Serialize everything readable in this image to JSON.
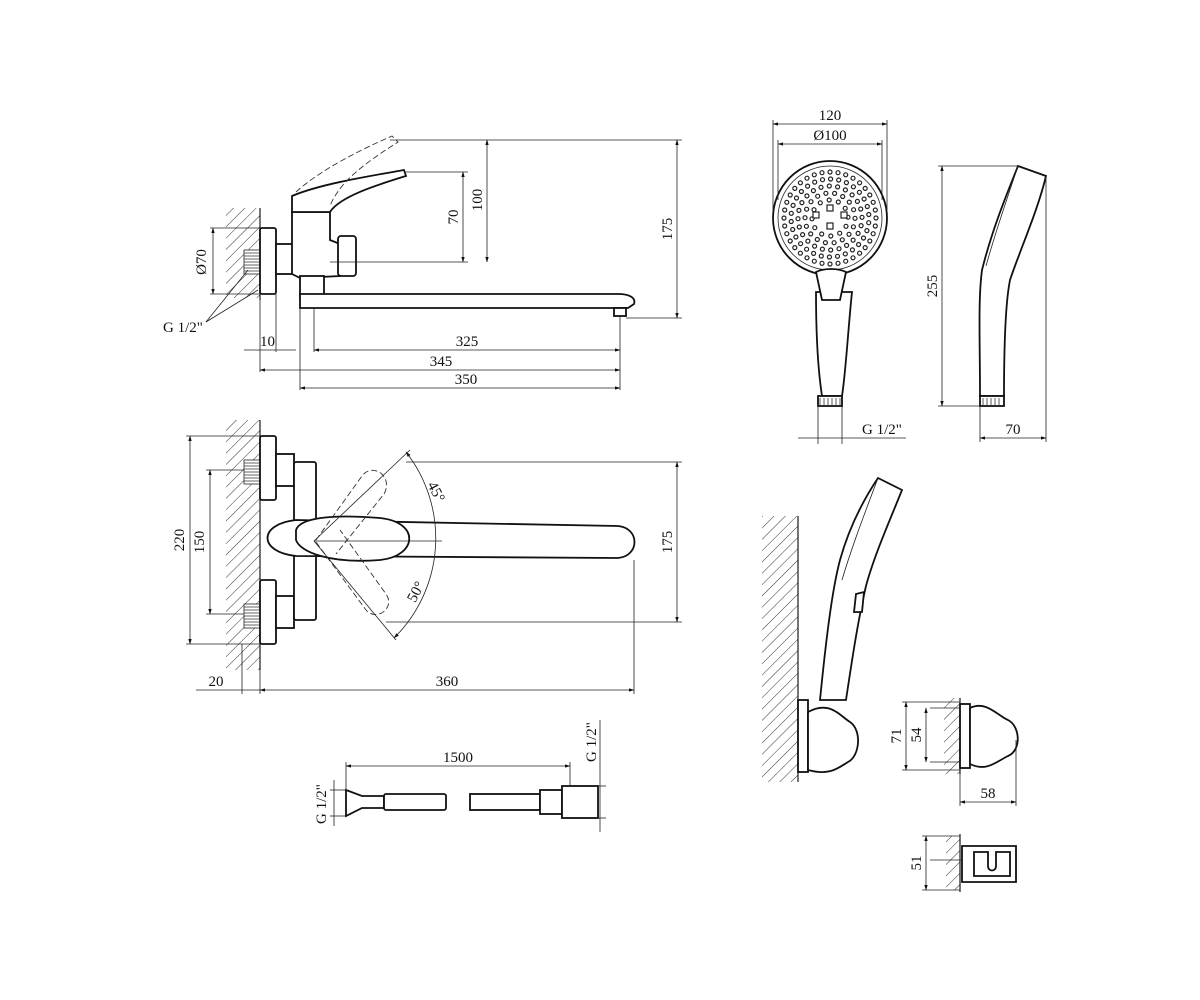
{
  "side_view": {
    "d_70": "Ø70",
    "g_half": "G 1/2\"",
    "h_70": "70",
    "h_100": "100",
    "h_175": "175",
    "w_10": "10",
    "w_325": "325",
    "w_345": "345",
    "w_350": "350"
  },
  "top_view": {
    "h_220": "220",
    "h_150": "150",
    "h_175": "175",
    "ang_45": "45°",
    "ang_50": "50°",
    "w_20": "20",
    "w_360": "360"
  },
  "hose": {
    "len_1500": "1500",
    "g_left": "G 1/2\"",
    "g_right": "G 1/2\""
  },
  "hand_shower": {
    "w_120": "120",
    "d_100": "Ø100",
    "h_255": "255",
    "g_half": "G 1/2\"",
    "w_70": "70"
  },
  "holder": {
    "h_71": "71",
    "h_54": "54",
    "w_58": "58",
    "h_51": "51"
  }
}
